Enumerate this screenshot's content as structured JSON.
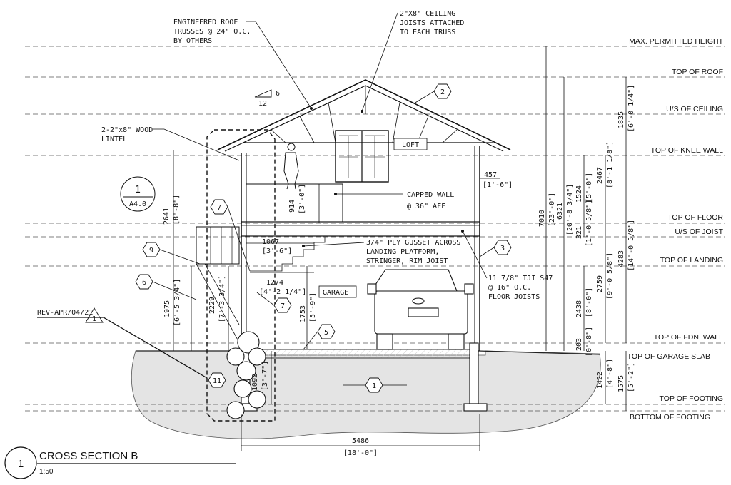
{
  "title": {
    "number": "1",
    "name": "CROSS SECTION B",
    "scale": "1:50"
  },
  "levels": {
    "max_height": "MAX. PERMITTED HEIGHT",
    "top_roof": "TOP OF ROOF",
    "us_ceiling": "U/S OF CEILING",
    "top_knee": "TOP OF KNEE WALL",
    "top_floor": "TOP OF FLOOR",
    "us_joist": "U/S OF JOIST",
    "top_landing": "TOP OF LANDING",
    "top_fdn": "TOP OF FDN. WALL",
    "top_slab": "TOP OF GARAGE SLAB",
    "top_footing": "TOP OF FOOTING",
    "bottom_footing": "BOTTOM OF FOOTING"
  },
  "notes": {
    "trusses": [
      "ENGINEERED ROOF",
      "TRUSSES @ 24\" O.C.",
      "BY OTHERS"
    ],
    "ceiling_joists": [
      "2\"X8\" CEILING",
      "JOISTS ATTACHED",
      "TO EACH TRUSS"
    ],
    "lintel": [
      "2-2\"x8\" WOOD",
      "LINTEL"
    ],
    "capped_wall": [
      "CAPPED WALL",
      "@ 36\" AFF"
    ],
    "gusset": [
      "3/4\" PLY GUSSET ACROSS",
      "LANDING PLATFORM,",
      "STRINGER, RIM JOIST"
    ],
    "floor_joists": [
      "11 7/8\" TJI S47",
      "@ 16\" O.C.",
      "FLOOR JOISTS"
    ],
    "revision": "REV-APR/04/21",
    "loft": "LOFT",
    "garage": "GARAGE"
  },
  "pitch": {
    "rise": "6",
    "run": "12"
  },
  "section_ref": {
    "number": "1",
    "sheet": "A4.0"
  },
  "tags": {
    "t2": "2",
    "t3": "3",
    "t5": "5",
    "t6": "6",
    "t7a": "7",
    "t7b": "7",
    "t9": "9",
    "t11": "11",
    "t1": "1",
    "rev": "1"
  },
  "dims": {
    "d2641": [
      "2641",
      "[8'-8\"]"
    ],
    "d1975": [
      "1975",
      "[6'-5 3/4\"]"
    ],
    "d2229": [
      "2229",
      "[7'-3 3/4\"]"
    ],
    "d914": [
      "914",
      "[3'-0\"]"
    ],
    "d1067": [
      "1067",
      "[3'-6\"]"
    ],
    "d1274": [
      "1274",
      "[4'-2 1/4\"]"
    ],
    "d1753": [
      "1753",
      "[5'-9\"]"
    ],
    "d1092": [
      "1092",
      "[3'-7\"]"
    ],
    "d457": [
      "457",
      "[1'-6\"]"
    ],
    "d7010": [
      "7010",
      "[23'-0\"]"
    ],
    "d6321": [
      "6321",
      "[20'-8 3/4\"]"
    ],
    "d1524": [
      "1524",
      "[5'-0\"]"
    ],
    "d321": [
      "321",
      "[1'-0 5/8\"]"
    ],
    "d2438": [
      "2438",
      "[8'-0\"]"
    ],
    "d203": [
      "203",
      "[0'-8\"]"
    ],
    "d2467": [
      "2467",
      "[8'-1 1/8\"]"
    ],
    "d2759": [
      "2759",
      "[9'-0 5/8\"]"
    ],
    "d1422": [
      "1422",
      "[4'-8\"]"
    ],
    "d1835": [
      "1835",
      "[6'-0 1/4\"]"
    ],
    "d4283": [
      "4283",
      "[14'-0 5/8\"]"
    ],
    "d1575": [
      "1575",
      "[5'-2\"]"
    ],
    "d5486": [
      "5486",
      "[18'-0\"]"
    ]
  }
}
